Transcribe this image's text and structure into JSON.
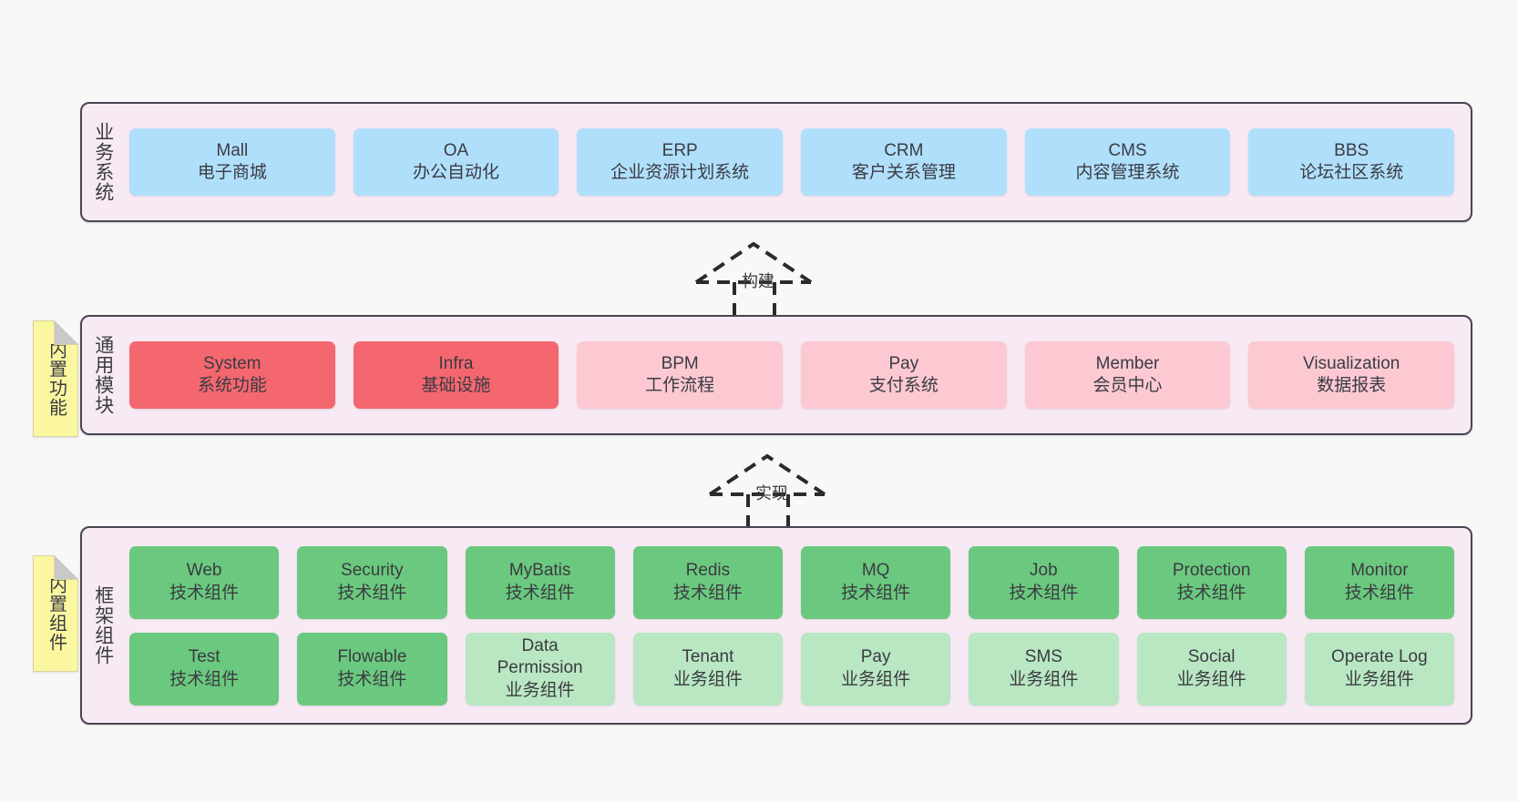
{
  "diagram": {
    "background_color": "#f8f8f8",
    "panel_color": "#f8eaf5",
    "panel_border_color": "#4a4453",
    "sticky_color": "#fbf7a0"
  },
  "layers": [
    {
      "id": "business-system",
      "title": "业务系统",
      "accent": "#b0dffc",
      "cards": [
        {
          "name": "Mall",
          "sub": "电子商城",
          "style": "h-blue"
        },
        {
          "name": "OA",
          "sub": "办公自动化",
          "style": "h-blue"
        },
        {
          "name": "ERP",
          "sub": "企业资源计划系统",
          "style": "h-blue"
        },
        {
          "name": "CRM",
          "sub": "客户关系管理",
          "style": "h-blue"
        },
        {
          "name": "CMS",
          "sub": "内容管理系统",
          "style": "h-blue"
        },
        {
          "name": "BBS",
          "sub": "论坛社区系统",
          "style": "h-blue"
        }
      ]
    },
    {
      "id": "common-module",
      "title": "通用模块",
      "sticky": "内置功能",
      "cards": [
        {
          "name": "System",
          "sub": "系统功能",
          "style": "h-red"
        },
        {
          "name": "Infra",
          "sub": "基础设施",
          "style": "h-red"
        },
        {
          "name": "BPM",
          "sub": "工作流程",
          "style": "h-pink"
        },
        {
          "name": "Pay",
          "sub": "支付系统",
          "style": "h-pink"
        },
        {
          "name": "Member",
          "sub": "会员中心",
          "style": "h-pink"
        },
        {
          "name": "Visualization",
          "sub": "数据报表",
          "style": "h-pink"
        }
      ]
    },
    {
      "id": "framework-component",
      "title": "框架组件",
      "sticky": "内置组件",
      "rows": [
        [
          {
            "name": "Web",
            "sub": "技术组件",
            "style": "h-green"
          },
          {
            "name": "Security",
            "sub": "技术组件",
            "style": "h-green"
          },
          {
            "name": "MyBatis",
            "sub": "技术组件",
            "style": "h-green"
          },
          {
            "name": "Redis",
            "sub": "技术组件",
            "style": "h-green"
          },
          {
            "name": "MQ",
            "sub": "技术组件",
            "style": "h-green"
          },
          {
            "name": "Job",
            "sub": "技术组件",
            "style": "h-green"
          },
          {
            "name": "Protection",
            "sub": "技术组件",
            "style": "h-green"
          },
          {
            "name": "Monitor",
            "sub": "技术组件",
            "style": "h-green"
          }
        ],
        [
          {
            "name": "Test",
            "sub": "技术组件",
            "style": "h-green"
          },
          {
            "name": "Flowable",
            "sub": "技术组件",
            "style": "h-green"
          },
          {
            "name": "Data\nPermission",
            "sub": "业务组件",
            "style": "h-lightgreen"
          },
          {
            "name": "Tenant",
            "sub": "业务组件",
            "style": "h-lightgreen"
          },
          {
            "name": "Pay",
            "sub": "业务组件",
            "style": "h-lightgreen"
          },
          {
            "name": "SMS",
            "sub": "业务组件",
            "style": "h-lightgreen"
          },
          {
            "name": "Social",
            "sub": "业务组件",
            "style": "h-lightgreen"
          },
          {
            "name": "Operate Log",
            "sub": "业务组件",
            "style": "h-lightgreen"
          }
        ]
      ]
    }
  ],
  "connectors": [
    {
      "id": "build",
      "label": "构建",
      "from": "common-module",
      "to": "business-system",
      "style": "dashed-generalization"
    },
    {
      "id": "implement",
      "label": "实现",
      "from": "framework-component",
      "to": "common-module",
      "style": "dashed-generalization"
    }
  ]
}
